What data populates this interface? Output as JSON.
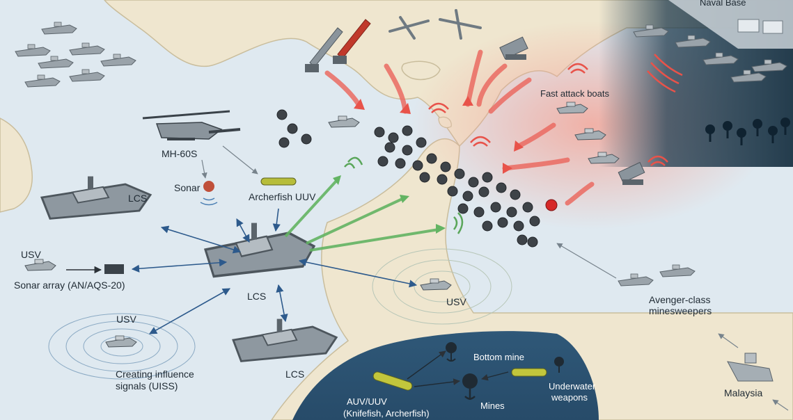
{
  "labels": {
    "naval_base": "Naval Base",
    "fast_attack_boats": "Fast attack boats",
    "mh60s": "MH-60S",
    "sonar": "Sonar",
    "archerfish_uuv": "Archerfish UUV",
    "lcs_top": "LCS",
    "lcs_center": "LCS",
    "lcs_bottom": "LCS",
    "usv_left": "USV",
    "sonar_array": "Sonar array (AN/AQS-20)",
    "usv_uiss": "USV",
    "uiss_line1": "Creating influence",
    "uiss_line2": "signals (UISS)",
    "usv_right": "USV",
    "avenger_line1": "Avenger-class",
    "avenger_line2": "minesweepers",
    "bottom_mine": "Bottom mine",
    "mines": "Mines",
    "underwater_line1": "Underwater",
    "underwater_line2": "weapons",
    "auv_line1": "AUV/UUV",
    "auv_line2": "(Knifefish, Archerfish)",
    "malaysia": "Malaysia"
  },
  "colors": {
    "water": "#dfe9f0",
    "land": "#efe6cf",
    "threat": "#e8534a",
    "sensor": "#4caf50",
    "link": "#2d5a8c",
    "ship": "#8a949c",
    "mine": "#3e4348"
  }
}
